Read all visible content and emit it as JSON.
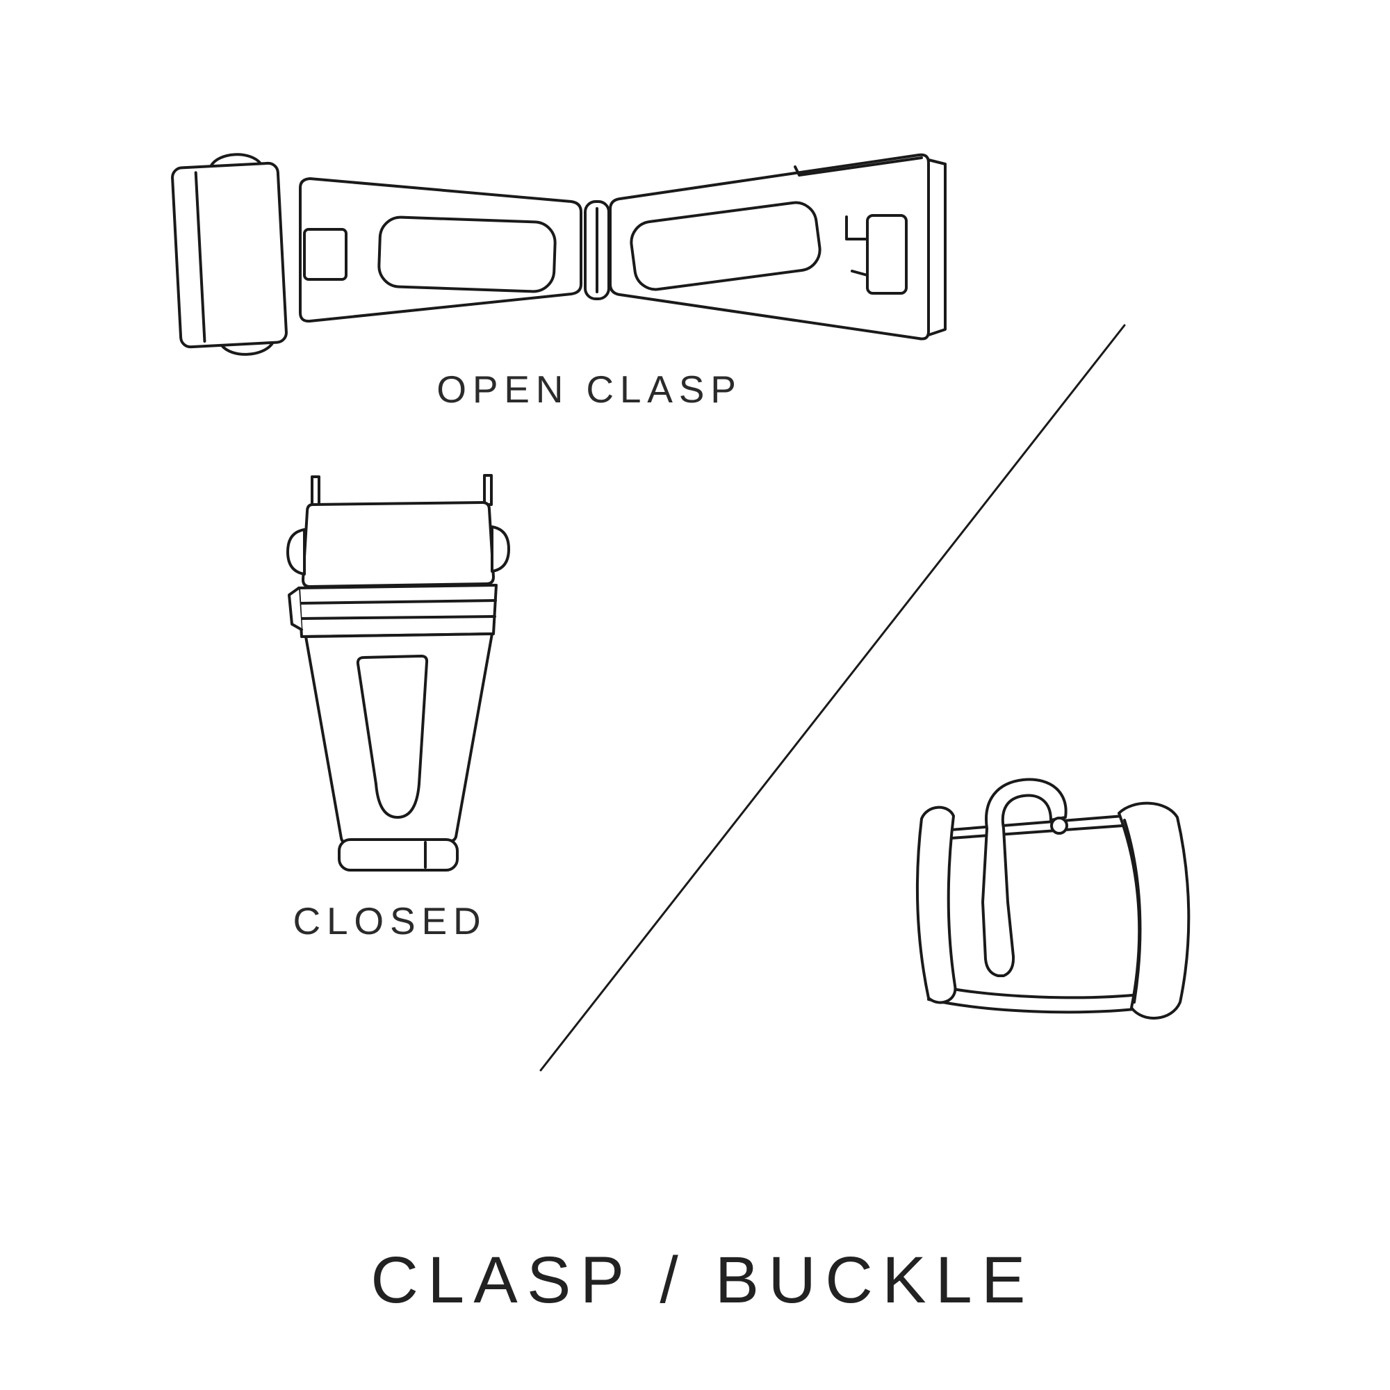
{
  "title": "CLASP / BUCKLE",
  "labels": {
    "open_clasp": "OPEN CLASP",
    "closed": "CLOSED"
  },
  "colors": {
    "background": "#ffffff",
    "line": "#1a1a1a",
    "text": "#2b2b2b"
  }
}
